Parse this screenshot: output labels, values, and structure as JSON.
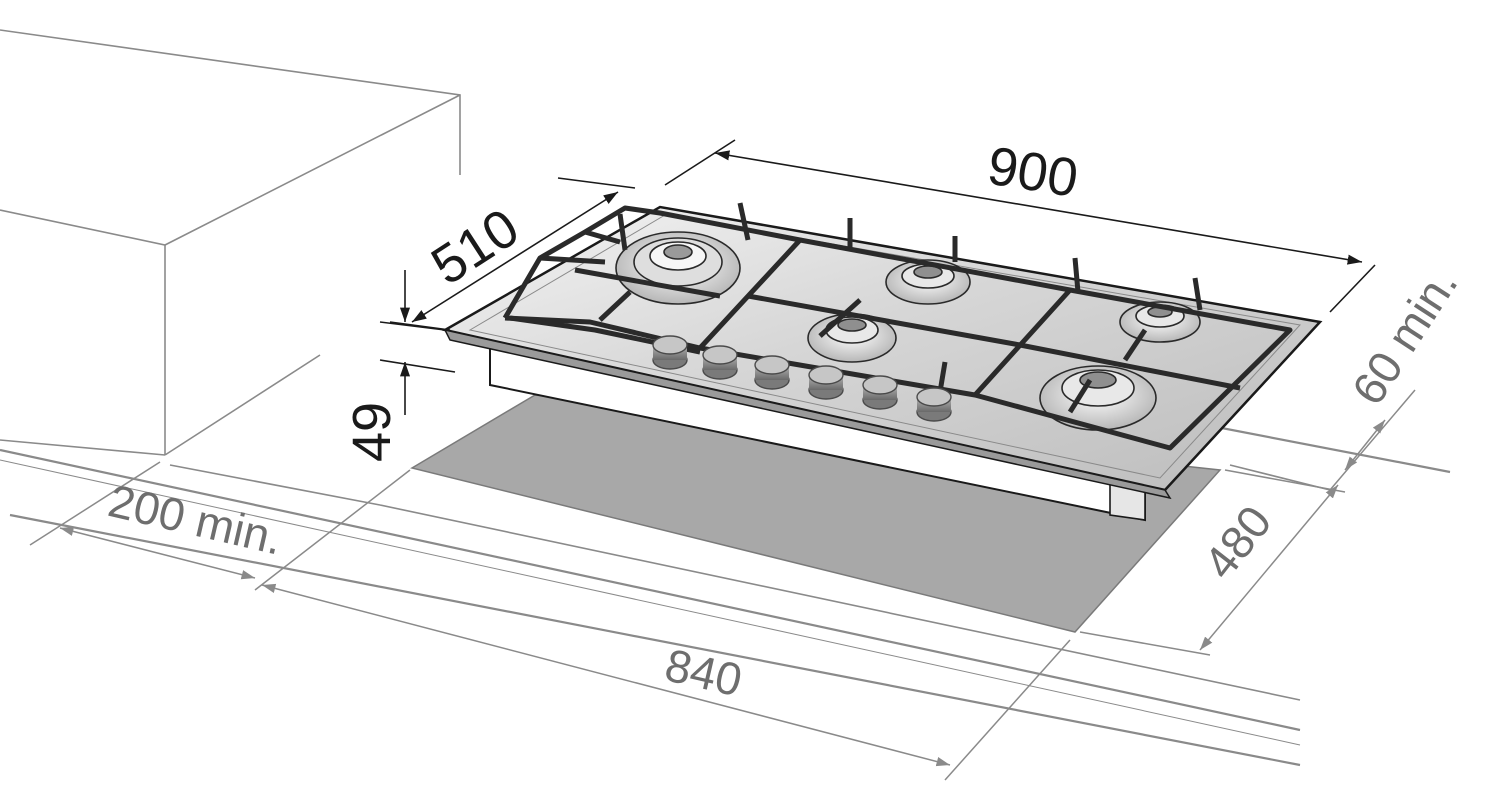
{
  "dimensions": {
    "width": "900",
    "depth": "510",
    "height": "49",
    "side_clearance": "60 min.",
    "wall_clearance": "200 min.",
    "cutout_width": "840",
    "cutout_depth": "480"
  },
  "colors": {
    "line_dark": "#1a1a1a",
    "line_grey": "#8a8a8a",
    "text_grey": "#6e6e6e",
    "cutout_fill": "#a8a8a8",
    "steel_light": "#eeeeee",
    "steel_dark": "#bdbdbd",
    "grate": "#2a2a2a"
  }
}
